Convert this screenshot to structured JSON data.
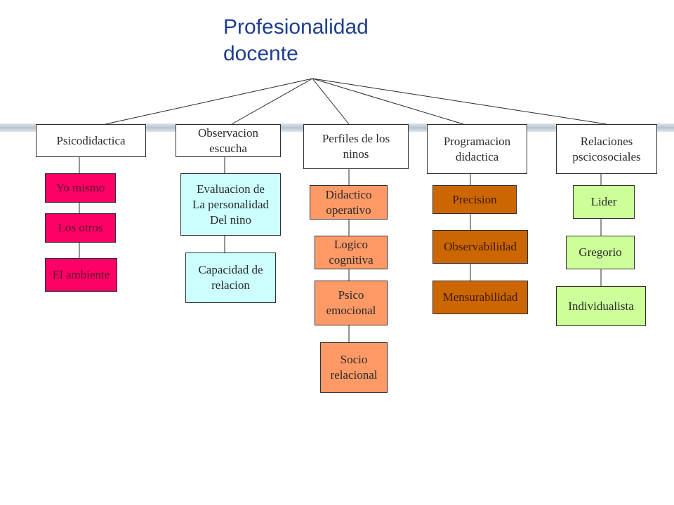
{
  "title": "Profesionalidad\ndocente",
  "colors": {
    "title": "#1f3e8f",
    "pink": "#ff0066",
    "cyan": "#ccffff",
    "salmon": "#ff9966",
    "orange": "#cc6600",
    "lime": "#ccff99"
  },
  "categories": [
    {
      "label": "Psicodidactica",
      "children": [
        "Yo mismo",
        "Los otros",
        "El ambiente"
      ]
    },
    {
      "label": "Observacion\nescucha",
      "children": [
        "Evaluacion de\nLa personalidad\nDel nino",
        "Capacidad de\nrelacion"
      ]
    },
    {
      "label": "Perfiles de los\nninos",
      "children": [
        "Didactico\noperativo",
        "Logico\ncognitiva",
        "Psico\nemocional",
        "Socio\nrelacional"
      ]
    },
    {
      "label": "Programacion\ndidactica",
      "children": [
        "Precision",
        "Observabilidad",
        "Mensurabilidad"
      ]
    },
    {
      "label": "Relaciones\npscicosociales",
      "children": [
        "Lider",
        "Gregorio",
        "Individualista"
      ]
    }
  ]
}
